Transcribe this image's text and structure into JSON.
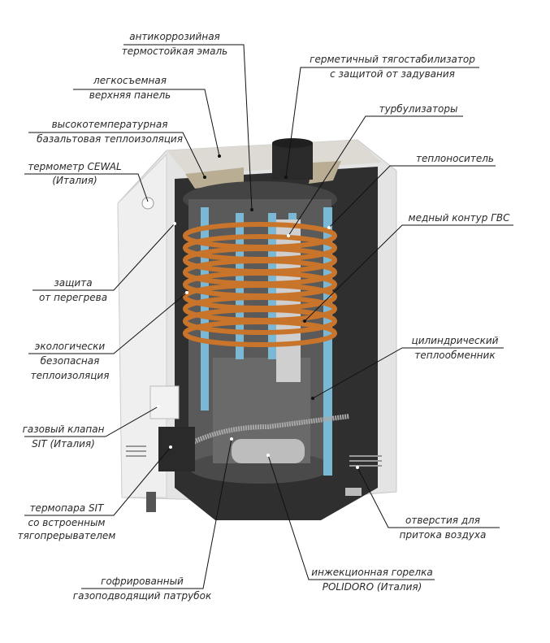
{
  "labels": {
    "enamel": {
      "line1": "антикоррозийная",
      "line2": "термостойкая эмаль"
    },
    "top_panel": {
      "line1": "легкосъемная",
      "line2": "верхняя панель"
    },
    "basalt": {
      "line1": "высокотемпературная",
      "line2": "базальтовая теплоизоляция"
    },
    "thermometer": {
      "line1": "термометр  CEWAL",
      "line2": "(Италия)"
    },
    "draft_stabilizer": {
      "line1": "герметичный тягостабилизатор",
      "line2": "с защитой от задувания"
    },
    "turbulators": {
      "line1": "турбулизаторы"
    },
    "coolant": {
      "line1": "теплоноситель"
    },
    "copper_circuit": {
      "line1": "медный контур ГВС"
    },
    "overheat": {
      "line1": "защита",
      "line2": "от перегрева"
    },
    "eco_insulation": {
      "line1": "экологически",
      "line2": "безопасная",
      "line3": "теплоизоляция"
    },
    "heat_exchanger": {
      "line1": "цилиндрический",
      "line2": "теплообменник"
    },
    "gas_valve": {
      "line1": "газовый клапан",
      "line2": "SIT (Италия)"
    },
    "thermocouple": {
      "line1": "термопара SIT",
      "line2": "со встроенным",
      "line3": "тягопрерывателем"
    },
    "air_holes": {
      "line1": "отверстия для",
      "line2": "притока воздуха"
    },
    "burner": {
      "line1": "инжекционная горелка",
      "line2": "POLIDORO (Италия)"
    },
    "gas_pipe": {
      "line1": "гофрированный",
      "line2": "газоподводящий патрубок"
    }
  },
  "colors": {
    "shell": "#e6e6e6",
    "inner": "#3a3a3a",
    "copper": "#c8742a",
    "coolant": "#7ab8d6"
  }
}
